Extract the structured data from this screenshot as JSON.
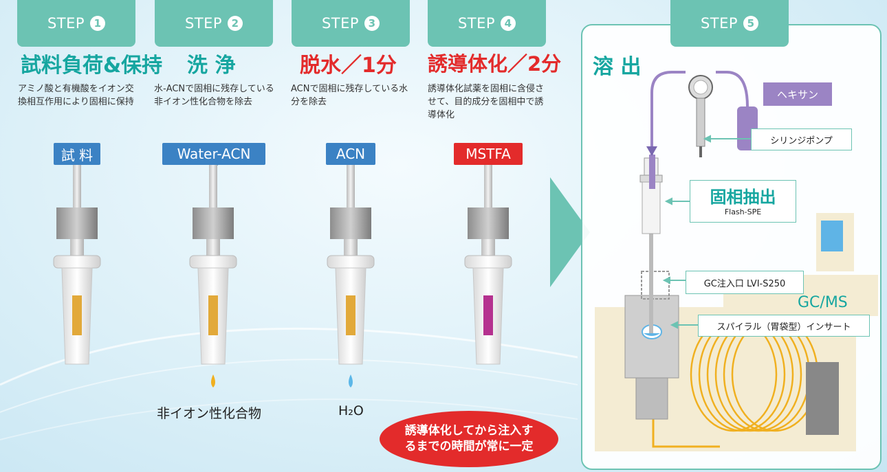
{
  "steps": [
    {
      "label": "STEP",
      "num": "1",
      "title": "試料負荷&保持",
      "desc": "アミノ酸と有機酸をイオン交換相互作用により固相に保持",
      "reagent": "試 料"
    },
    {
      "label": "STEP",
      "num": "2",
      "title": "洗 浄",
      "desc": "水-ACNで固相に残存している非イオン性化合物を除去",
      "reagent": "Water-ACN",
      "waste": "非イオン性化合物"
    },
    {
      "label": "STEP",
      "num": "3",
      "title": "脱水／1分",
      "desc": "ACNで固相に残存している水分を除去",
      "reagent": "ACN",
      "waste": "H₂O"
    },
    {
      "label": "STEP",
      "num": "4",
      "title": "誘導体化／2分",
      "desc": "誘導体化試薬を固相に含侵させて、目的成分を固相中で誘導体化",
      "reagent": "MSTFA"
    },
    {
      "label": "STEP",
      "num": "5",
      "title": "溶 出"
    }
  ],
  "note": [
    "誘導体化してから注入す",
    "るまでの時間が常に一定"
  ],
  "step5": {
    "hexane": "ヘキサン",
    "syringe_pump": "シリンジポンプ",
    "spe_title": "固相抽出",
    "spe_sub": "Flash-SPE",
    "inlet": "GC注入口 LVI-S250",
    "gcms": "GC/MS",
    "insert": "スパイラル（胃袋型）インサート"
  },
  "colors": {
    "teal": "#6cc3b3",
    "blue": "#3b82c4",
    "red": "#e32b2b",
    "amber": "#e2a93a",
    "purple": "#9b84c4",
    "magenta": "#b5318f"
  }
}
